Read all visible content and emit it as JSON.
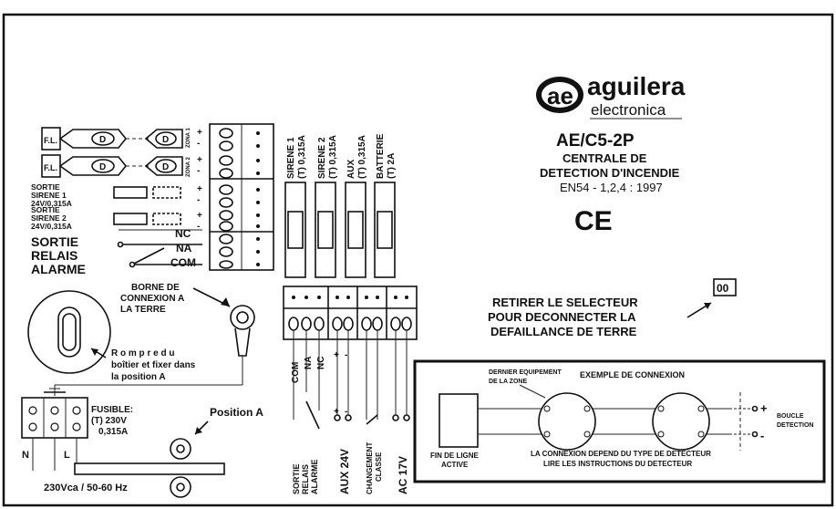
{
  "brand": {
    "logo_mark": "ae",
    "name": "aguilera",
    "sub": "electronica"
  },
  "product": {
    "model": "AE/C5-2P",
    "line1": "CENTRALE DE",
    "line2": "DETECTION D'INCENDIE",
    "standard": "EN54 - 1,2,4 : 1997",
    "ce_mark": "CE"
  },
  "left": {
    "fl": "F.L.",
    "d": "D",
    "zona1": "ZONA 1",
    "zona2": "ZONA 2",
    "plus": "+",
    "minus": "-",
    "sortie_sirene1": [
      "SORTIE",
      "SIRENE 1",
      "24V/0,315A"
    ],
    "sortie_sirene2": [
      "SORTIE",
      "SIRENE 2",
      "24V/0,315A"
    ],
    "sortie_relais": [
      "SORTIE",
      "RELAIS",
      "ALARME"
    ],
    "nc": "NC",
    "na": "NA",
    "com": "COM",
    "borne": [
      "BORNE DE",
      "CONNEXION A",
      "LA TERRE"
    ],
    "rompre": [
      "R o m p r e   d u",
      "boîtier et fixer dans",
      "la  position  A"
    ],
    "fusible": [
      "FUSIBLE:",
      "(T) 230V",
      "0,315A"
    ],
    "position_a": "Position A",
    "n": "N",
    "l": "L",
    "mains": "230Vca / 50-60 Hz"
  },
  "fuses": {
    "labels": [
      [
        "SIRENE 1",
        "(T) 0,315A"
      ],
      [
        "SIRENE 2",
        "(T) 0,315A"
      ],
      [
        "AUX",
        "(T) 0,315A"
      ],
      [
        "BATTERIE",
        "(T) 2A"
      ]
    ]
  },
  "terminals": {
    "com": "COM",
    "na": "NA",
    "nc": "NC",
    "plus1": "+",
    "minus1": "-",
    "plus2": "+",
    "minus2": "-",
    "bottom": [
      "SORTIE",
      "RELAIS",
      "ALARME",
      "AUX 24V",
      "CHANGEMENT",
      "CLASSE",
      "AC 17V"
    ]
  },
  "selector": {
    "text": [
      "RETIRER LE SELECTEUR",
      "POUR DECONNECTER LA",
      "DEFAILLANCE DE TERRE"
    ],
    "jumper": "00"
  },
  "example": {
    "title": "EXEMPLE DE CONNEXION",
    "dernier": [
      "DERNIER EQUIPEMENT",
      "DE LA ZONE"
    ],
    "fin": [
      "FIN DE LIGNE",
      "ACTIVE"
    ],
    "note1": "LA CONNEXION DEPEND DU TYPE DE DETECTEUR",
    "note2": "LIRE LES INSTRUCTIONS DU DETECTEUR",
    "plus": "+",
    "minus": "-",
    "boucle": [
      "BOUCLE",
      "DETECTION"
    ]
  }
}
